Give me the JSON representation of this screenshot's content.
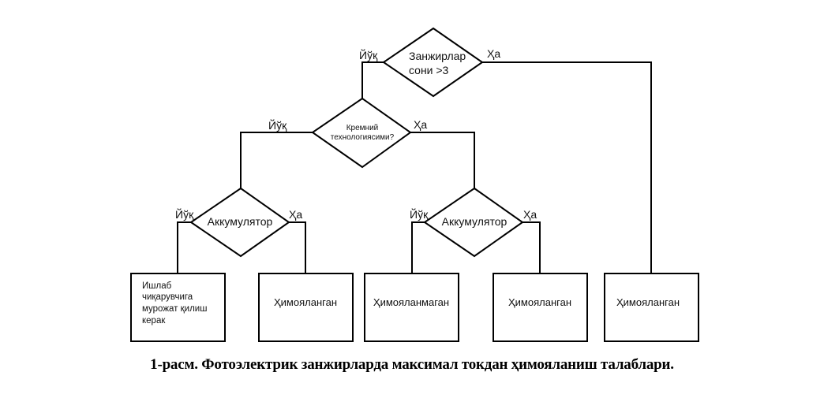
{
  "diagram": {
    "decisions": {
      "chains": {
        "line1": "Занжирлар",
        "line2": "сони >3"
      },
      "silicon": {
        "line1": "Кремний",
        "line2": "технологиясими?"
      },
      "battery_left": {
        "text": "Аккумулятор"
      },
      "battery_right": {
        "text": "Аккумулятор"
      }
    },
    "branch_labels": {
      "no": "Йўқ",
      "yes": "Ҳа"
    },
    "outcomes": {
      "contact_manufacturer": {
        "lines": [
          "Ишлаб",
          "чиқарувчига",
          "мурожат қилиш",
          "керак"
        ]
      },
      "protected_1": "Ҳимояланган",
      "unprotected": "Ҳимояланмаган",
      "protected_2": "Ҳимояланган",
      "protected_3": "Ҳимояланган"
    }
  },
  "caption": "1-расм. Фотоэлектрик занжирларда максимал токдан ҳимояланиш талаблари."
}
